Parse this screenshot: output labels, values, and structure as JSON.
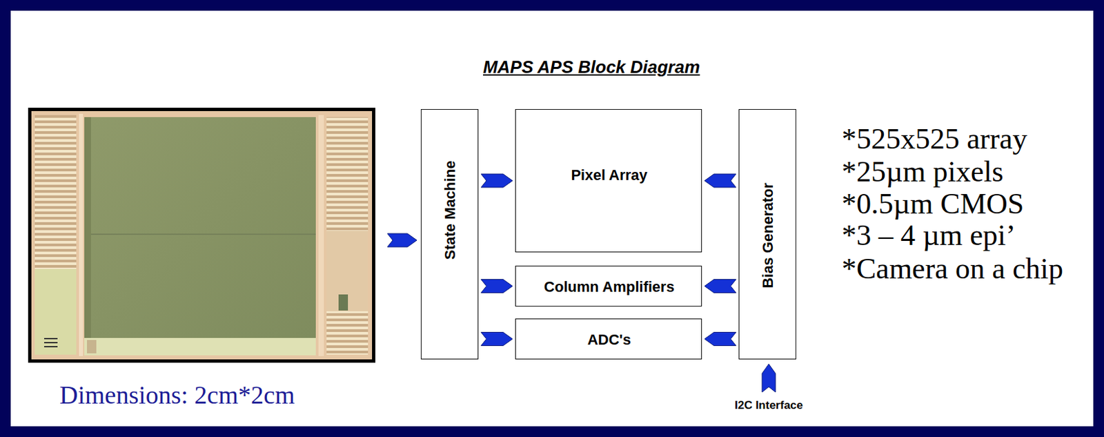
{
  "diagram": {
    "title": "MAPS APS Block Diagram",
    "nodes": [
      {
        "text": [
          "State Machine"
        ]
      },
      {
        "text": [
          "Pixel Array"
        ]
      },
      {
        "text": [
          "Column Amplifiers"
        ]
      },
      {
        "text": [
          "ADC's"
        ]
      },
      {
        "text": [
          "Bias Generator"
        ]
      }
    ],
    "edges": [
      {
        "from": 0,
        "to": 1,
        "arrow": "to"
      },
      {
        "from": 0,
        "to": 2,
        "arrow": "to"
      },
      {
        "from": 0,
        "to": 3,
        "arrow": "to"
      },
      {
        "from": 4,
        "to": 1,
        "arrow": "to"
      },
      {
        "from": 4,
        "to": 2,
        "arrow": "to"
      },
      {
        "from": 4,
        "to": 3,
        "arrow": "to"
      }
    ],
    "labels": [
      "*525x525 array",
      "*25µm pixels",
      "*0.5µm CMOS",
      "*3 – 4 µm epi’",
      "*Camera on a chip",
      "Dimensions: 2cm*2cm",
      "I2C Interface"
    ]
  }
}
